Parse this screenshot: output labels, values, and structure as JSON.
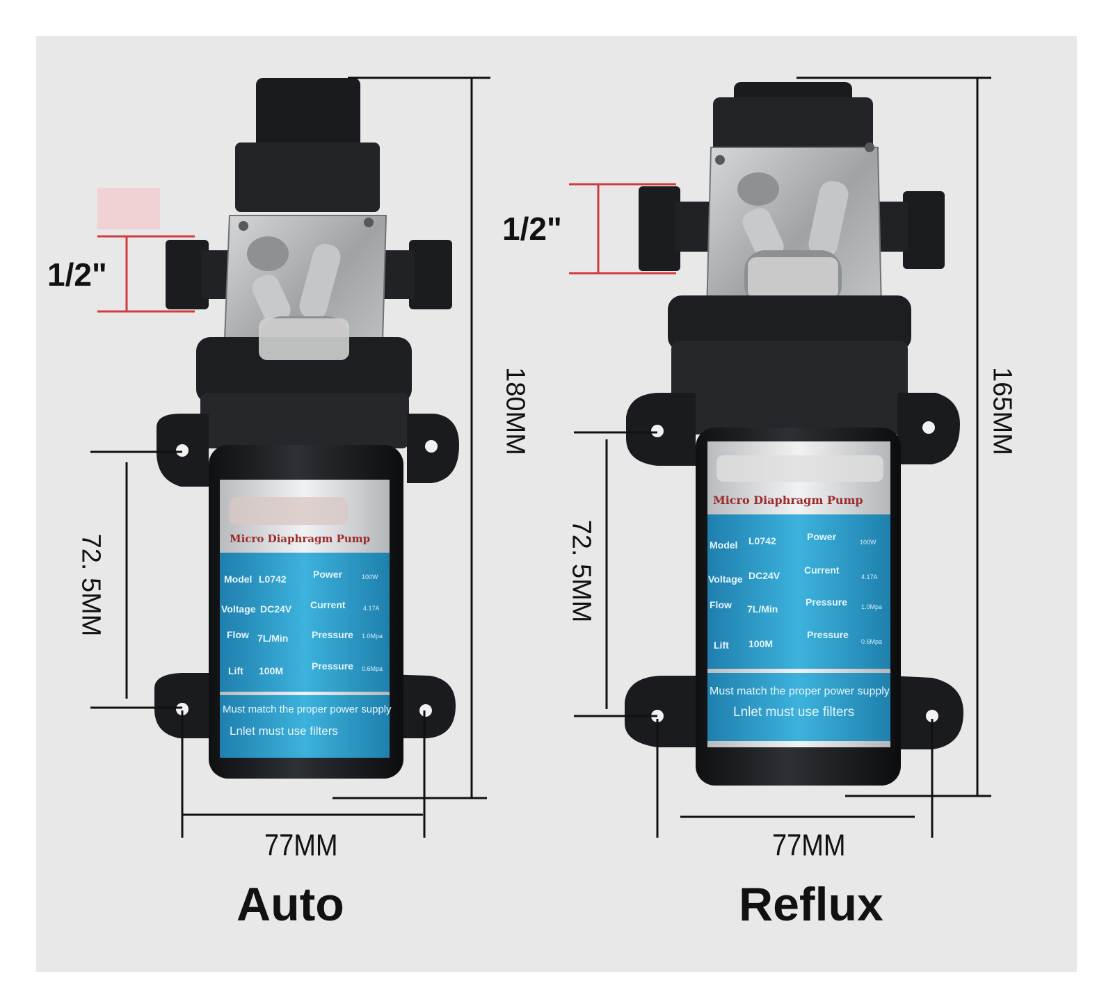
{
  "product_image": {
    "pumps": [
      {
        "caption": "Auto",
        "height_dim": "180MM",
        "mount_spacing_dim": "72. 5MM",
        "width_dim": "77MM",
        "port_dim": "1/2\"",
        "label": {
          "title": "Micro Diaphragm Pump",
          "model_k": "Model",
          "model_v": "L0742",
          "voltage_k": "Voltage",
          "voltage_v": "DC24V",
          "flow_k": "Flow",
          "flow_v": "7L/Min",
          "lift_k": "Lift",
          "lift_v": "100M",
          "power_k": "Power",
          "power_v": "100W",
          "current_k": "Current",
          "current_v": "4.17A",
          "pressure_set_k": "Pressure",
          "pressure_set_v": "1.0Mpa",
          "pressure_work_k": "Pressure",
          "pressure_work_v": "0.6Mpa",
          "warn1": "Must match the proper power supply",
          "warn2": "Lnlet must use filters"
        }
      },
      {
        "caption": "Reflux",
        "height_dim": "165MM",
        "mount_spacing_dim": "72. 5MM",
        "width_dim": "77MM",
        "port_dim": "1/2\"",
        "label": {
          "title": "Micro Diaphragm Pump",
          "model_k": "Model",
          "model_v": "L0742",
          "voltage_k": "Voltage",
          "voltage_v": "DC24V",
          "flow_k": "Flow",
          "flow_v": "7L/Min",
          "lift_k": "Lift",
          "lift_v": "100M",
          "power_k": "Power",
          "power_v": "100W",
          "current_k": "Current",
          "current_v": "4.17A",
          "pressure_set_k": "Pressure",
          "pressure_set_v": "1.0Mpa",
          "pressure_work_k": "Pressure",
          "pressure_work_v": "0.6Mpa",
          "warn1": "Must match the proper power supply",
          "warn2": "Lnlet must use filters"
        }
      }
    ],
    "colors": {
      "background": "#e8e8e8",
      "pump_body": "#1d1f22",
      "head_metal": "#a9acae",
      "label_blue": "#2f9cc6",
      "dimension_red": "#d33a3a"
    }
  }
}
